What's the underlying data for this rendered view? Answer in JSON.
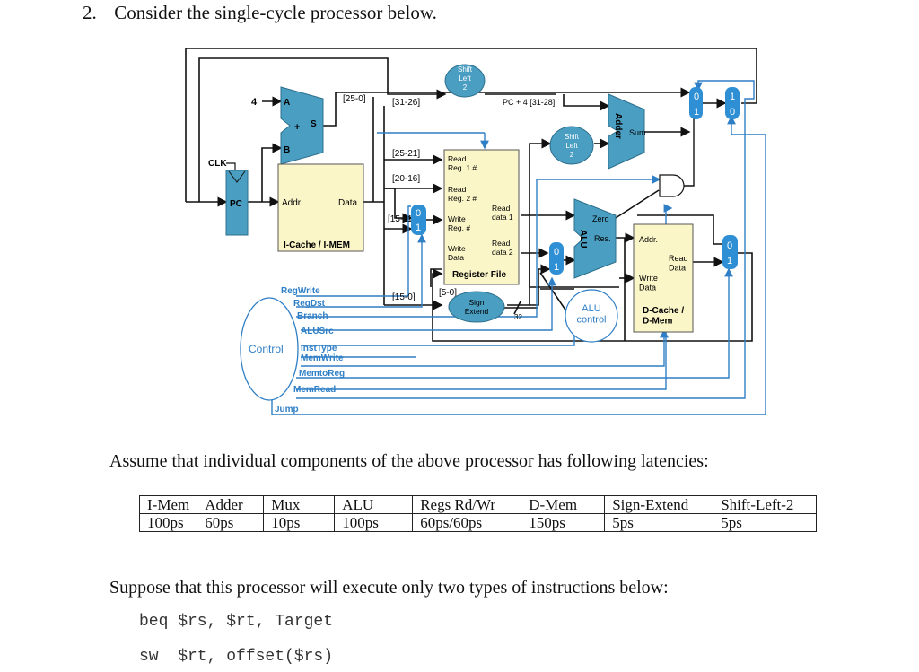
{
  "question": {
    "number": "2.",
    "text": "Consider the single-cycle processor below."
  },
  "diagram": {
    "four": "4",
    "adder_a": "A",
    "adder_plus": "+",
    "adder_s": "S",
    "adder_b": "B",
    "clk": "CLK",
    "pc": "PC",
    "icache_addr": "Addr.",
    "icache_data": "Data",
    "icache_name": "I-Cache / I-MEM",
    "bits_25_0": "[25-0]",
    "bits_31_26": "[31-26]",
    "bits_25_21": "[25-21]",
    "bits_20_16": "[20-16]",
    "bits_15_11": "[15-11]",
    "bits_15_0": "[15-0]",
    "bits_5_0": "[5-0]",
    "pc4": "PC + 4 [31-28]",
    "shift_top": [
      "Shift",
      "Left",
      "2"
    ],
    "shift_mid": [
      "Shift",
      "Left",
      "2"
    ],
    "adder2": "Adder",
    "sum": "Sum",
    "read_reg1": "Read\nReg. 1 #",
    "read_reg2": "Read\nReg. 2 #",
    "write_reg": "Write\nReg. #",
    "write_data": "Write\nData",
    "read_data1": "Read\ndata 1",
    "read_data2": "Read\ndata 2",
    "regfile": "Register File",
    "sign_extend": "Sign\nExtend",
    "width32": "32",
    "alu": "ALU",
    "zero": "Zero",
    "res": "Res.",
    "alu_control": "ALU\ncontrol",
    "dmem_addr": "Addr.",
    "dmem_read": "Read\nData",
    "dmem_write": "Write\nData",
    "dmem_name": "D-Cache /\nD-Mem",
    "mux0": "0",
    "mux1": "1",
    "control": "Control",
    "signals": {
      "regwrite": "RegWrite",
      "regdst": "RegDst",
      "branch": "Branch",
      "alusrc": "ALUSrc",
      "insttype": "InstType",
      "memwrite": "MemWrite",
      "memtoreg": "MemtoReg",
      "memread": "MemRead",
      "jump": "Jump"
    },
    "colors": {
      "control": "#2f7fc6",
      "block": "#4a9ec2",
      "memory": "#fbf6c7"
    }
  },
  "latency_intro": "Assume that individual components of the above processor has following latencies:",
  "latency_table": {
    "headers": [
      "I-Mem",
      "Adder",
      "Mux",
      "ALU",
      "Regs Rd/Wr",
      "D-Mem",
      "Sign-Extend",
      "Shift-Left-2"
    ],
    "values": [
      "100ps",
      "60ps",
      "10ps",
      "100ps",
      "60ps/60ps",
      "150ps",
      "5ps",
      "5ps"
    ]
  },
  "instr_intro": "Suppose that this processor will execute only two types of instructions below:",
  "instructions": [
    "beq $rs, $rt, Target",
    "sw  $rt, offset($rs)"
  ]
}
